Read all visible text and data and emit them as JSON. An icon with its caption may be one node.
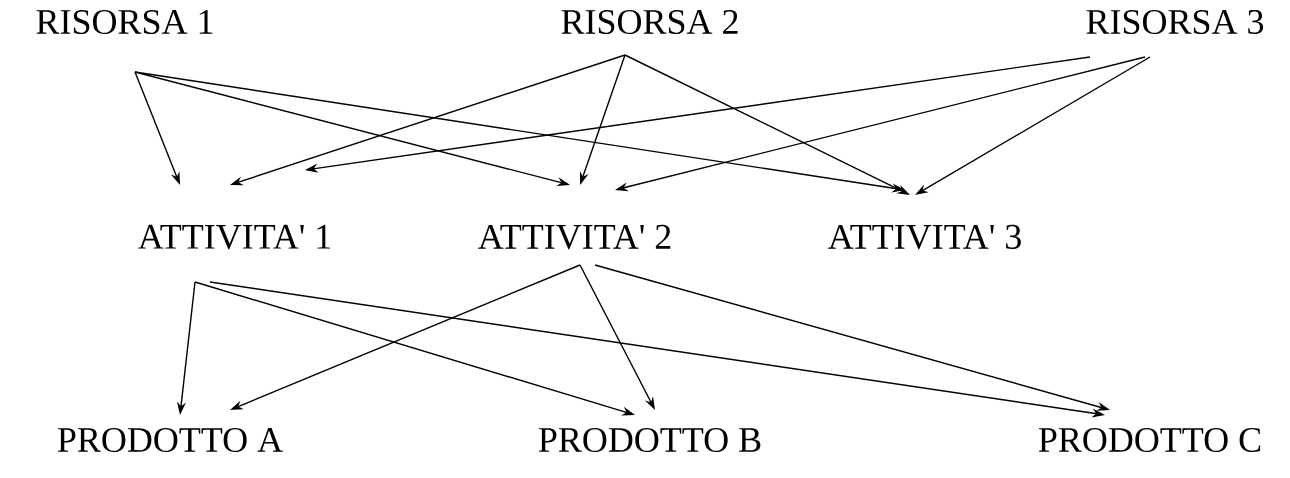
{
  "diagram": {
    "nodes": [
      {
        "text": [
          "RISORSA 1"
        ]
      },
      {
        "text": [
          "RISORSA 2"
        ]
      },
      {
        "text": [
          "RISORSA 3"
        ]
      },
      {
        "text": [
          "ATTIVITA' 1"
        ]
      },
      {
        "text": [
          "ATTIVITA' 2"
        ]
      },
      {
        "text": [
          "ATTIVITA' 3"
        ]
      },
      {
        "text": [
          "PRODOTTO A"
        ]
      },
      {
        "text": [
          "PRODOTTO B"
        ]
      },
      {
        "text": [
          "PRODOTTO C"
        ]
      }
    ],
    "edges": [
      {
        "from": 0,
        "to": 3,
        "arrow": "to"
      },
      {
        "from": 0,
        "to": 4,
        "arrow": "to"
      },
      {
        "from": 0,
        "to": 5,
        "arrow": "to"
      },
      {
        "from": 1,
        "to": 3,
        "arrow": "to"
      },
      {
        "from": 1,
        "to": 4,
        "arrow": "to"
      },
      {
        "from": 1,
        "to": 5,
        "arrow": "to"
      },
      {
        "from": 2,
        "to": 3,
        "arrow": "to"
      },
      {
        "from": 2,
        "to": 4,
        "arrow": "to"
      },
      {
        "from": 2,
        "to": 5,
        "arrow": "to"
      },
      {
        "from": 3,
        "to": 6,
        "arrow": "to"
      },
      {
        "from": 3,
        "to": 7,
        "arrow": "to"
      },
      {
        "from": 3,
        "to": 8,
        "arrow": "to"
      },
      {
        "from": 4,
        "to": 6,
        "arrow": "to"
      },
      {
        "from": 4,
        "to": 7,
        "arrow": "to"
      },
      {
        "from": 4,
        "to": 8,
        "arrow": "to"
      }
    ]
  }
}
